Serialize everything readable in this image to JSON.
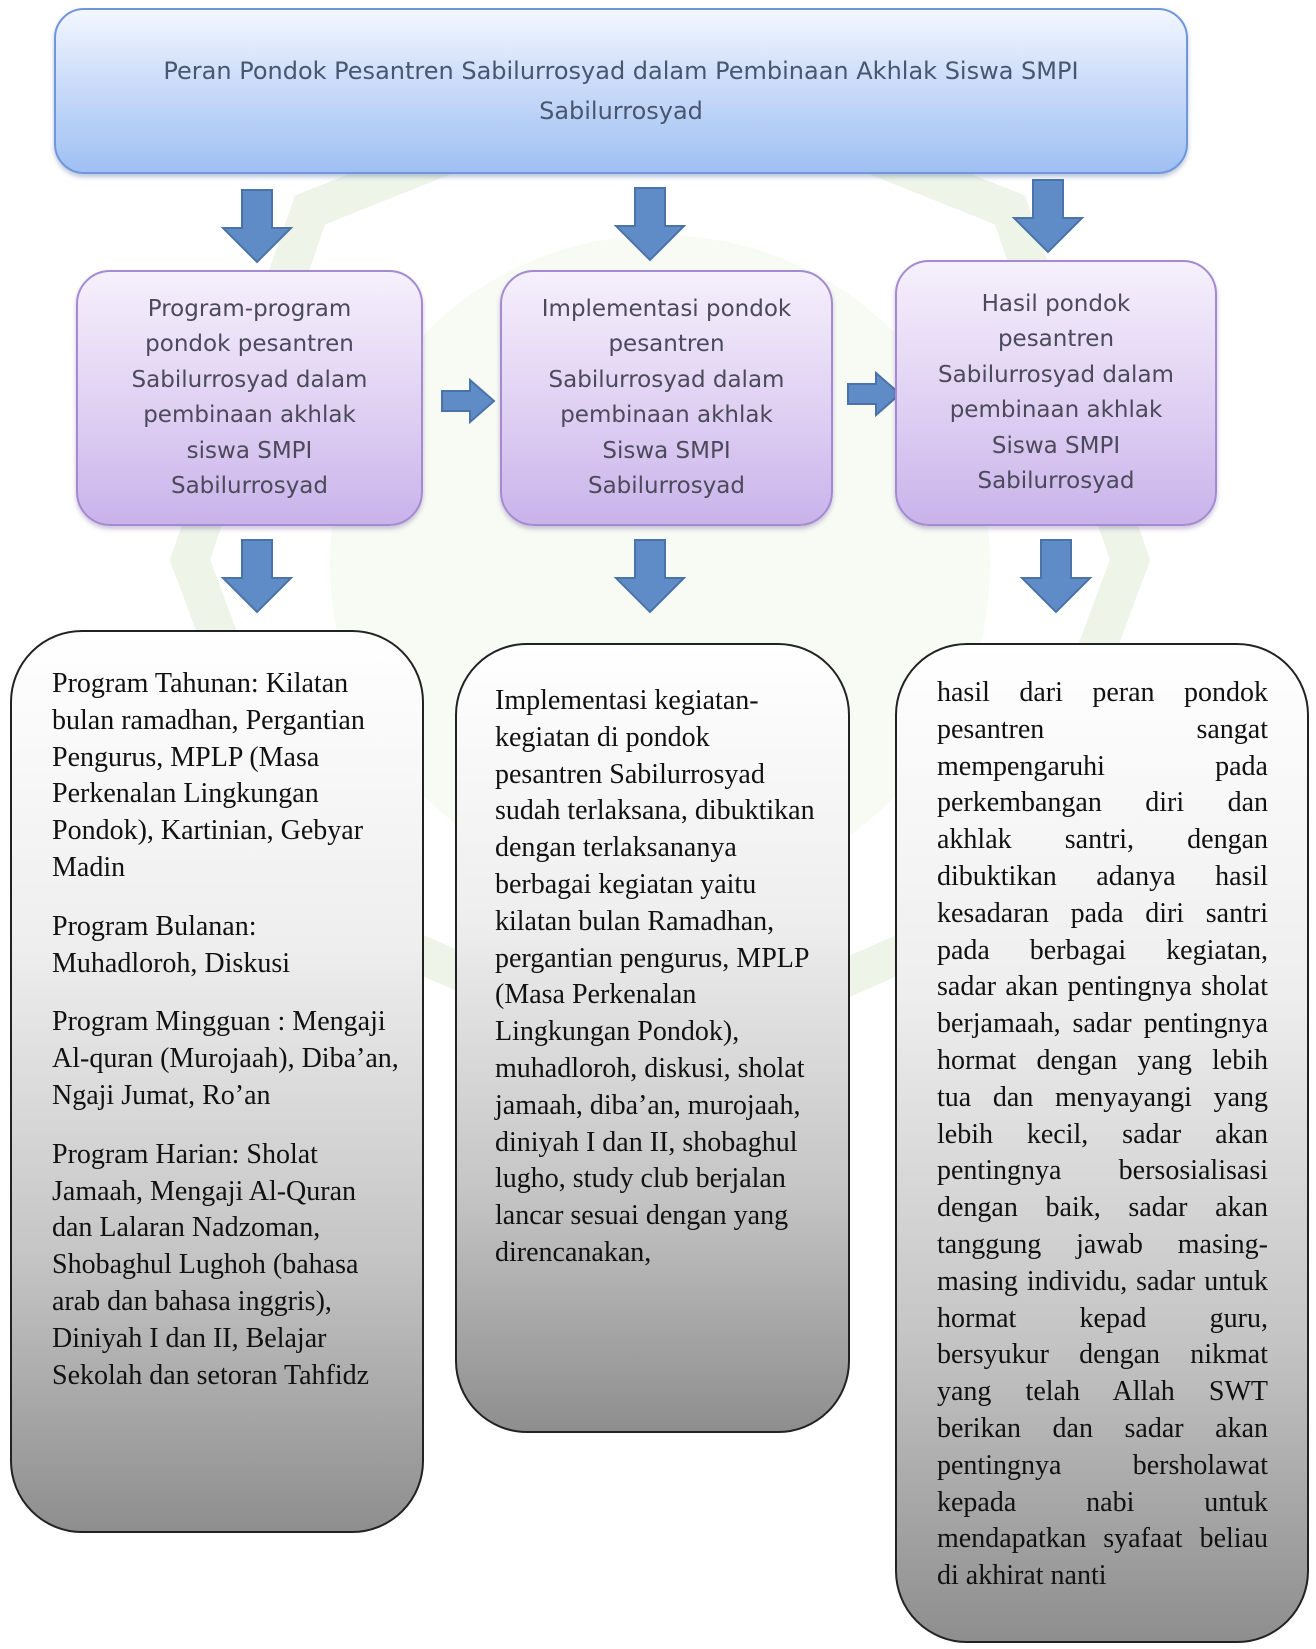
{
  "title": "Peran Pondok Pesantren Sabilurrosyad dalam Pembinaan Akhlak Siswa SMPI Sabilurrosyad",
  "middle_boxes": [
    {
      "text": "Program-program\npondok pesantren\nSabilurrosyad dalam\npembinaan akhlak\nsiswa SMPI\nSabilurrosyad"
    },
    {
      "text": "Implementasi pondok\npesantren\nSabilurrosyad dalam\npembinaan akhlak\nSiswa SMPI\nSabilurrosyad"
    },
    {
      "text": "Hasil pondok\npesantren\nSabilurrosyad dalam\npembinaan akhlak\nSiswa SMPI\nSabilurrosyad"
    }
  ],
  "bottom_boxes": {
    "programs": [
      "Program Tahunan: Kilatan bulan ramadhan, Pergantian Pengurus, MPLP (Masa Perkenalan Lingkungan Pondok), Kartinian, Gebyar Madin",
      "Program Bulanan: Muhadloroh, Diskusi",
      "Program Mingguan : Mengaji Al-quran (Murojaah), Diba’an, Ngaji Jumat, Ro’an",
      "Program Harian: Sholat Jamaah, Mengaji Al-Quran dan Lalaran Nadzoman, Shobaghul Lughoh (bahasa arab dan bahasa inggris), Diniyah I dan II, Belajar Sekolah dan setoran Tahfidz"
    ],
    "implementation": "Implementasi kegiatan-kegiatan di pondok pesantren Sabilurrosyad sudah terlaksana, dibuktikan dengan terlaksananya berbagai kegiatan yaitu kilatan bulan Ramadhan, pergantian pengurus, MPLP (Masa Perkenalan Lingkungan Pondok), muhadloroh, diskusi, sholat jamaah, diba’an, murojaah, diniyah I dan II, shobaghul lugho, study club berjalan lancar sesuai dengan yang direncanakan,",
    "results": "hasil dari peran pondok pesantren sangat mempengaruhi pada perkembangan diri dan akhlak santri, dengan dibuktikan adanya hasil kesadaran pada diri santri pada berbagai kegiatan, sadar akan pentingnya sholat berjamaah, sadar pentingnya hormat dengan yang lebih tua dan menyayangi yang lebih kecil, sadar akan pentingnya bersosialisasi dengan baik, sadar akan tanggung jawab masing-masing individu, sadar untuk hormat kepad guru, bersyukur dengan nikmat yang telah Allah SWT berikan dan sadar akan pentingnya bersholawat kepada nabi untuk mendapatkan syafaat beliau di akhirat nanti"
  },
  "colors": {
    "title_fill": "#c6d9f7",
    "title_border": "#6f97dc",
    "middle_fill": "#ddcdf2",
    "middle_border": "#a48ad0",
    "arrow": "#5f8cc6",
    "bottom_border": "#222222",
    "watermark": "#c9e0b4"
  }
}
